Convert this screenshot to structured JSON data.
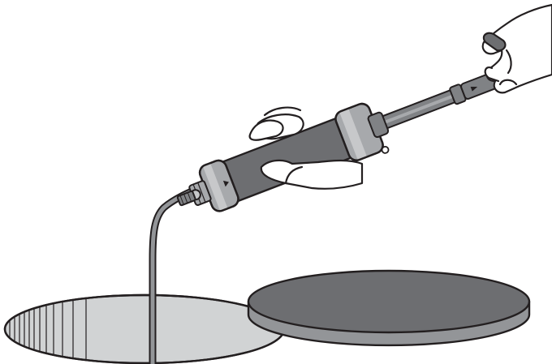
{
  "colors": {
    "background": "#ffffff",
    "outline": "#231f20",
    "body_dark": "#6d6e71",
    "body_mid": "#808285",
    "body_light": "#a7a9ac",
    "collar_light": "#c7c8ca",
    "opening_fill": "#d1d3d4",
    "cover_top": "#6d6e71",
    "cover_side": "#939598",
    "skin": "#ffffff"
  },
  "icons": {
    "tool": "pipe-inspection-camera",
    "opening": "manhole-opening",
    "cover": "manhole-cover",
    "hands": "hand"
  }
}
